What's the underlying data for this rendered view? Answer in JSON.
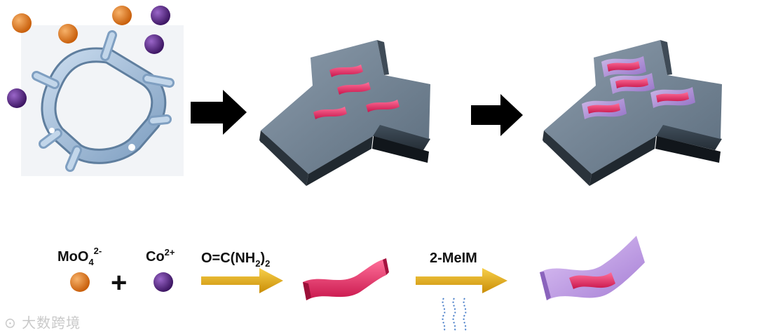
{
  "reaction": {
    "mo_main": "MoO",
    "mo_sub": "4",
    "mo_sup": "2-",
    "co_main": "Co",
    "co_sup": "2+",
    "urea_left": "O=C(NH",
    "urea_sub": "2",
    "urea_right": ")",
    "urea_sub2": "2",
    "melim": "2-MeIM",
    "plus": "+"
  },
  "watermark": "大数跨境",
  "colors": {
    "mo_orange": "#e07a1e",
    "co_purple": "#5b2a86",
    "framework_blue": "#a9c4de",
    "plate_gray": "#6b7d8c",
    "ribbon_pink": "#e0245e",
    "shell_purple": "#b98fe0",
    "process_arrow": "#000000",
    "reaction_arrow": "#e5ad12"
  }
}
